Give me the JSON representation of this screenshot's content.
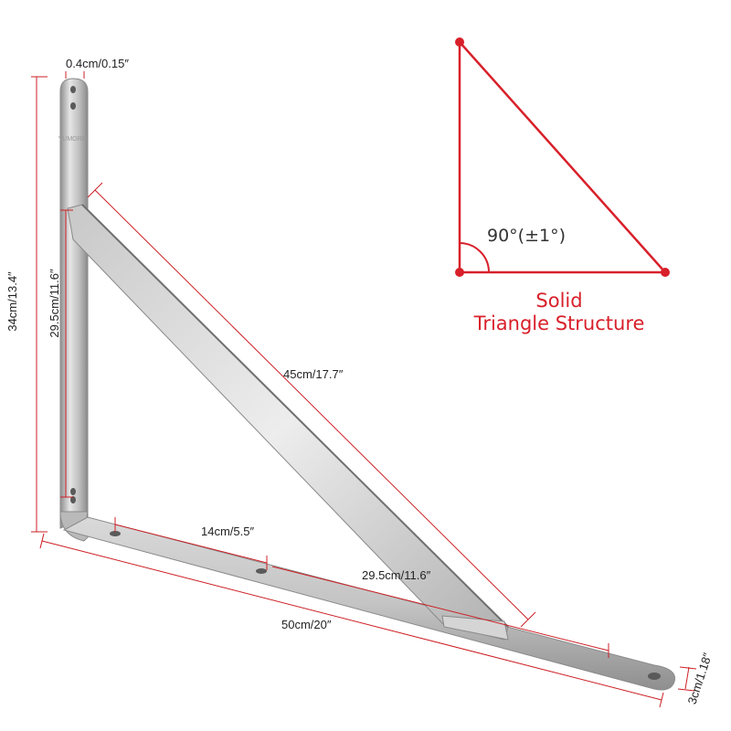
{
  "product": {
    "brand_mark": "YUMORE"
  },
  "dimensions": {
    "thickness": "0.4cm/0.15″",
    "total_height": "34cm/13.4″",
    "inner_height": "29.5cm/11.6″",
    "diagonal": "45cm/17.7″",
    "hole_spacing": "14cm/5.5″",
    "brace_run": "29.5cm/11.6″",
    "total_length": "50cm/20″",
    "width": "3cm/1.18″"
  },
  "diagram": {
    "angle_label": "90°(±1°)",
    "title_line1": "Solid",
    "title_line2": "Triangle Structure"
  },
  "colors": {
    "accent": "#d8202a",
    "dimension_line": "#cc1f24",
    "steel_light": "#e2e2e2",
    "steel_dark": "#9a9a9a"
  }
}
